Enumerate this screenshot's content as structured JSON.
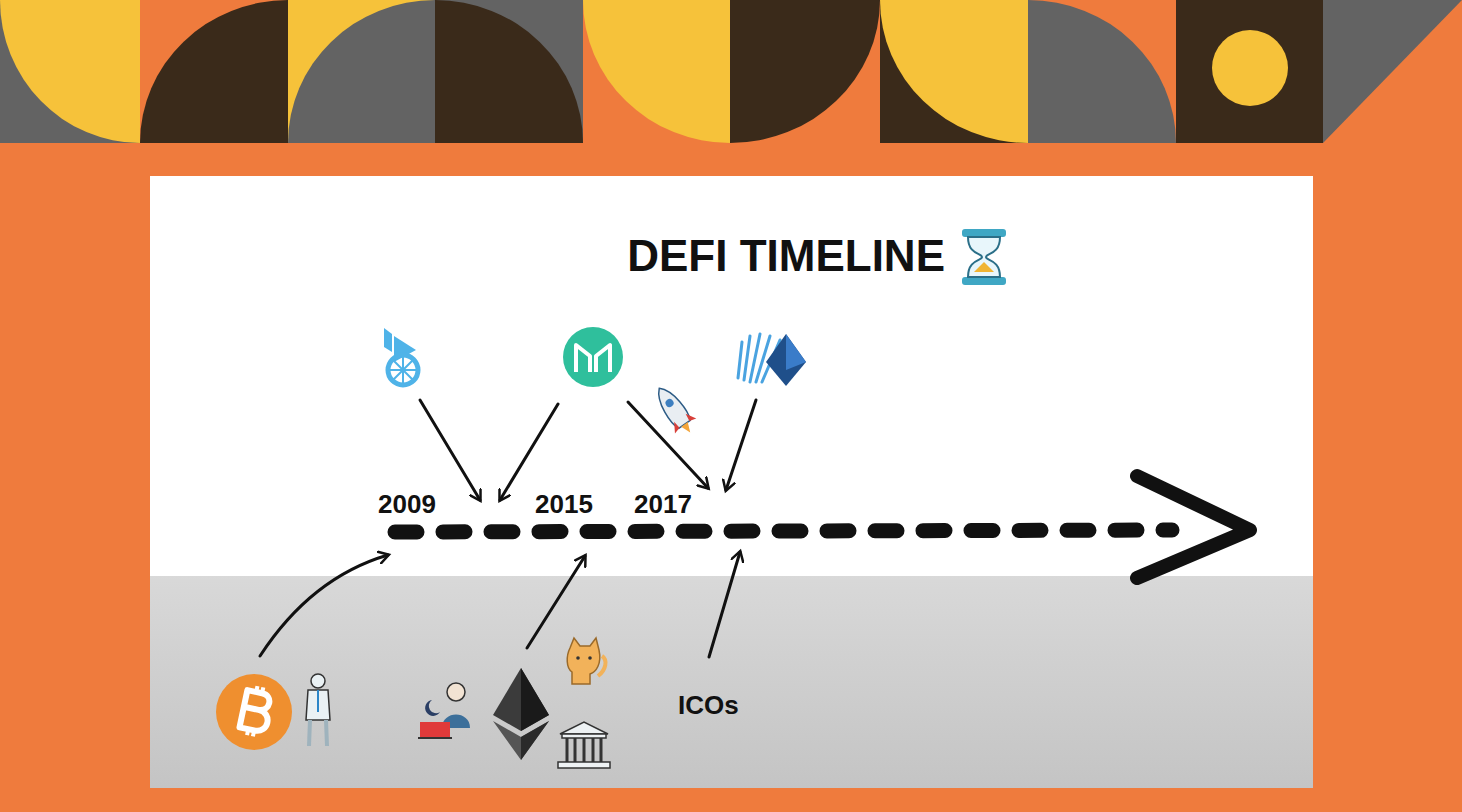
{
  "diagram": {
    "title": "DEFI TIMELINE",
    "labels": [
      "2009",
      "2015",
      "2017",
      "ICOs"
    ]
  }
}
